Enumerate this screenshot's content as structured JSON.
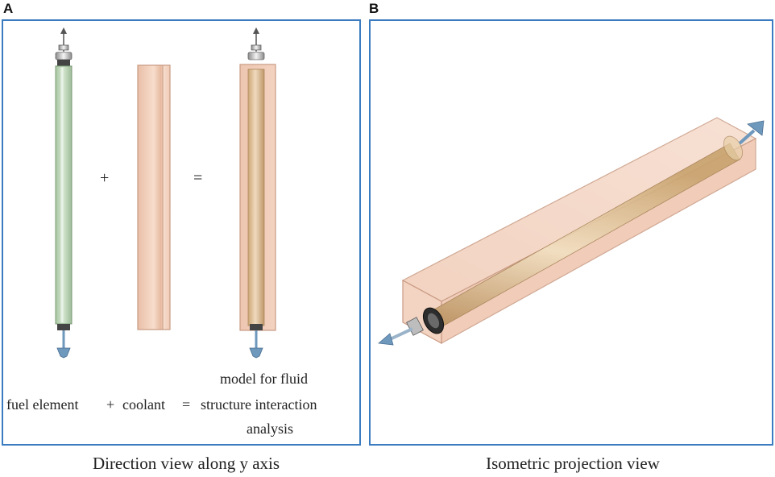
{
  "panels": [
    {
      "letter": "A",
      "operators": {
        "plus": "+",
        "equals": "="
      },
      "equation": {
        "fuel_element": "fuel element",
        "plus": "+",
        "coolant": "coolant",
        "equals": "=",
        "result_line1": "model for fluid",
        "result_line2": "structure interaction",
        "result_line3": "analysis"
      },
      "caption": "Direction view along y axis"
    },
    {
      "letter": "B",
      "caption": "Isometric projection view"
    }
  ],
  "colors": {
    "frame": "#3b7cc0",
    "fuel_rod": "#b9d4b3",
    "coolant": "#f2cdb8",
    "coolant_edge": "#c89a82",
    "inner_rod": "#d9b98a",
    "arrow": "#6f98bd"
  }
}
